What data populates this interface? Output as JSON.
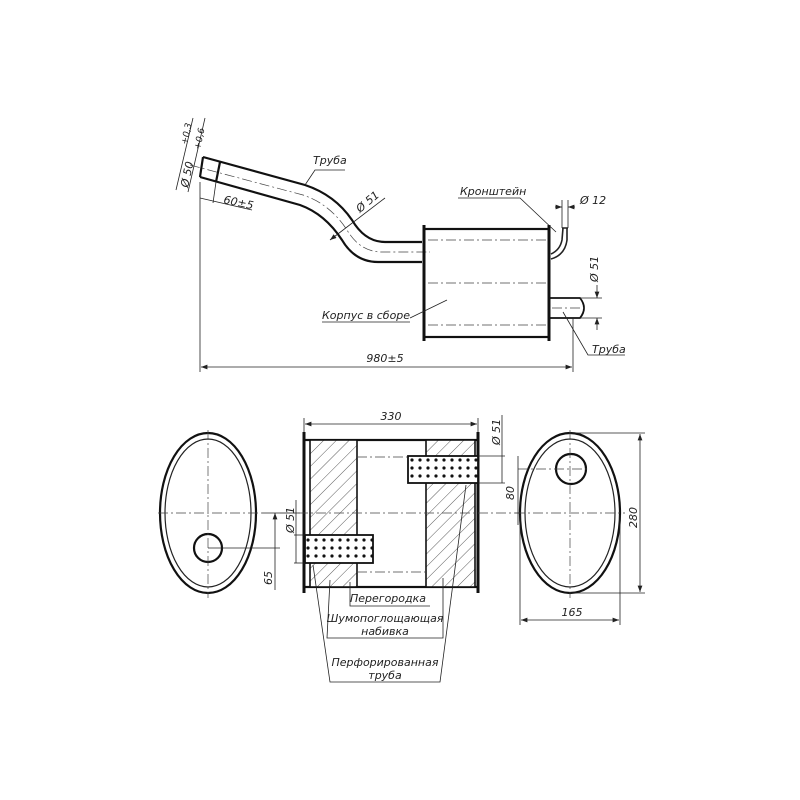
{
  "top_view": {
    "inlet_diameter": "Ø 50",
    "inlet_tolerance_upper": "+0,6",
    "inlet_tolerance_lower": "+0,3",
    "inlet_length": "60±5",
    "pipe_label": "Труба",
    "pipe_diameter": "Ø 51",
    "bracket_label": "Кронштейн",
    "bracket_diameter": "Ø 12",
    "outlet_diameter": "Ø 51",
    "body_label": "Корпус в сборе",
    "outlet_label": "Труба",
    "overall_length": "980±5"
  },
  "section_view": {
    "length": "330",
    "top_pipe_diameter": "Ø 51",
    "left_pipe_diameter": "Ø 51",
    "left_offset": "65",
    "right_offset": "80",
    "height": "280",
    "width": "165",
    "labels": {
      "baffle": "Перегородка",
      "absorbent_line1": "Шумопоглощающая",
      "absorbent_line2": "набивка",
      "perforated_line1": "Перфорированная",
      "perforated_line2": "труба"
    }
  }
}
